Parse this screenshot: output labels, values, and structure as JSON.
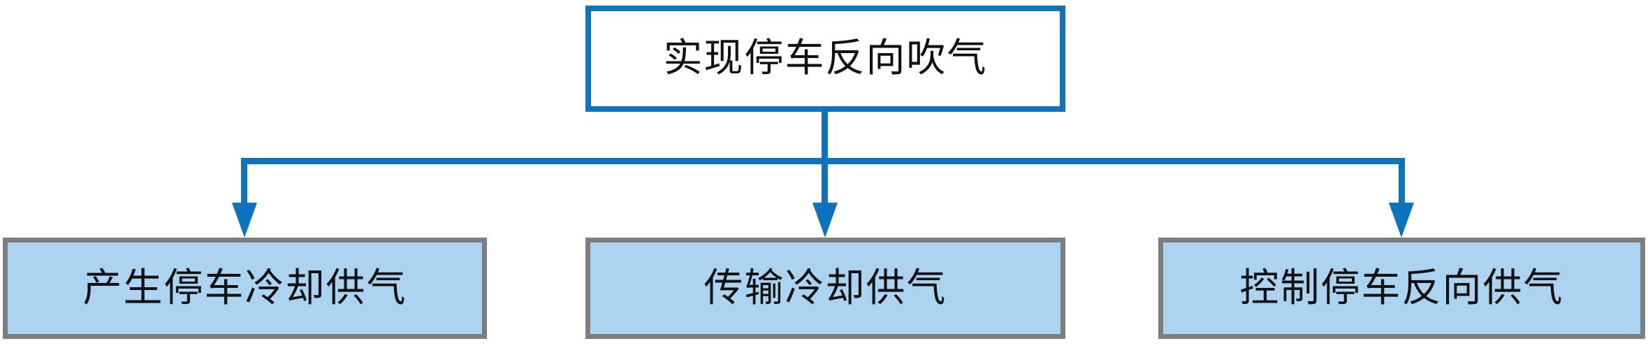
{
  "diagram": {
    "type": "function-decomposition-flowchart",
    "root": {
      "label": "实现停车反向吹气"
    },
    "children": [
      {
        "label": "产生停车冷却供气"
      },
      {
        "label": "传输冷却供气"
      },
      {
        "label": "控制停车反向供气"
      }
    ],
    "colors": {
      "connector_blue": "#0E73BD",
      "root_fill": "#FFFFFF",
      "root_border": "#0E73BD",
      "child_fill": "#ACD4F0",
      "child_border": "#7E7E7E",
      "text": "#111111",
      "background": "#FFFFFF"
    }
  }
}
